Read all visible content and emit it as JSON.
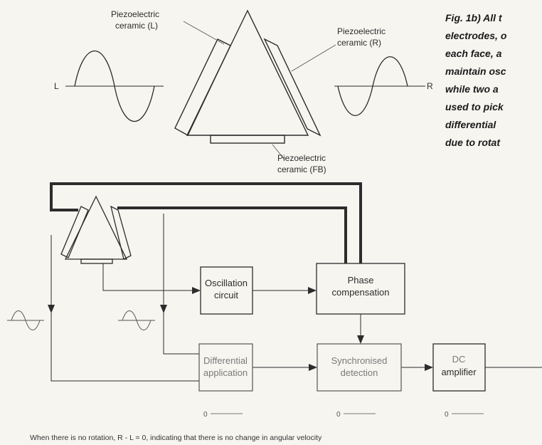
{
  "labels": {
    "ceramic_l": [
      "Piezoelectric",
      "ceramic (L)"
    ],
    "ceramic_r": [
      "Piezoelectric",
      "ceramic (R)"
    ],
    "ceramic_fb": [
      "Piezoelectric",
      "ceramic (FB)"
    ],
    "wave_l": "L",
    "wave_r": "R"
  },
  "caption": {
    "lines": [
      "Fig. 1b) All t",
      "electrodes, o",
      "each face, a",
      "maintain osc",
      "while two a",
      "used to pick",
      "differential",
      "due to rotat"
    ]
  },
  "blocks": {
    "oscillation": [
      "Oscillation",
      "circuit"
    ],
    "phase": [
      "Phase",
      "compensation"
    ],
    "differential": [
      "Differential",
      "application"
    ],
    "synchronised": [
      "Synchronised",
      "detection"
    ],
    "dc": [
      "DC",
      "amplifier"
    ]
  },
  "zero_marks": [
    "0",
    "0",
    "0"
  ],
  "footer": "When there is no rotation, R - L = 0, indicating that there is no change in angular velocity",
  "colors": {
    "ink": "#2c2c2c",
    "paper": "#f6f5f0"
  }
}
